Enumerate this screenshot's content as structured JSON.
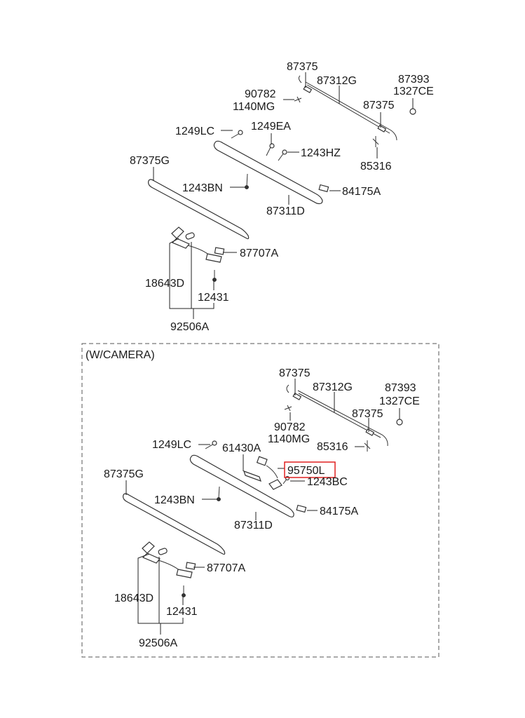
{
  "diagram": {
    "title": "Rear garnish / license lamp parts diagram",
    "highlight_color": "#e02020",
    "sections": [
      {
        "id": "standard",
        "caption": "",
        "labels": {
          "p87375_top": "87375",
          "p87312G": "87312G",
          "p87393": "87393",
          "p1327CE": "1327CE",
          "p90782": "90782",
          "p1140MG": "1140MG",
          "p87375_mid": "87375",
          "p1249LC": "1249LC",
          "p1249EA": "1249EA",
          "p1243HZ": "1243HZ",
          "p85316": "85316",
          "p87375G": "87375G",
          "p1243BN": "1243BN",
          "p84175A": "84175A",
          "p87311D": "87311D",
          "p87707A": "87707A",
          "p18643D": "18643D",
          "p12431": "12431",
          "p92506A": "92506A"
        }
      },
      {
        "id": "with-camera",
        "caption": "(W/CAMERA)",
        "labels": {
          "p87375_top": "87375",
          "p87312G": "87312G",
          "p87393": "87393",
          "p1327CE": "1327CE",
          "p87375_mid": "87375",
          "p90782": "90782",
          "p1140MG": "1140MG",
          "p85316": "85316",
          "p1249LC": "1249LC",
          "p61430A": "61430A",
          "p95750L": "95750L",
          "p1243BC": "1243BC",
          "p87375G": "87375G",
          "p1243BN": "1243BN",
          "p84175A": "84175A",
          "p87311D": "87311D",
          "p87707A": "87707A",
          "p18643D": "18643D",
          "p12431": "12431",
          "p92506A": "92506A"
        },
        "highlighted_part": "95750L"
      }
    ]
  }
}
